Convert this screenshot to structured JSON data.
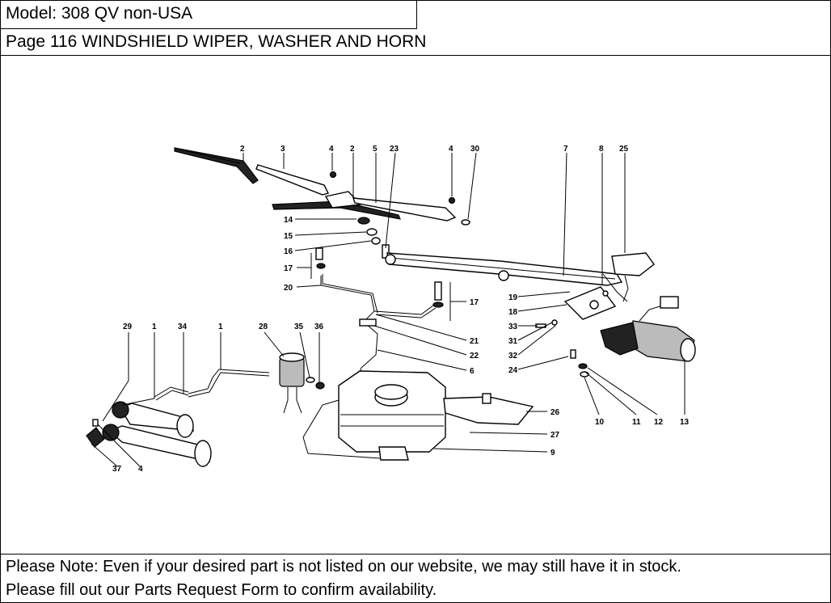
{
  "header": {
    "model": "Model: 308 QV non-USA",
    "page": "Page 116  WINDSHIELD WIPER, WASHER AND HORN"
  },
  "diagram": {
    "callouts": [
      "2",
      "3",
      "4",
      "2",
      "5",
      "23",
      "4",
      "30",
      "7",
      "8",
      "25",
      "14",
      "15",
      "16",
      "17",
      "20",
      "17",
      "19",
      "18",
      "33",
      "31",
      "32",
      "21",
      "22",
      "6",
      "24",
      "10",
      "11",
      "12",
      "13",
      "29",
      "1",
      "34",
      "1",
      "28",
      "35",
      "36",
      "26",
      "27",
      "9",
      "37",
      "4"
    ]
  },
  "footer": {
    "line1": "Please Note: Even if your desired part is not listed on our website, we may still have it in stock.",
    "line2": "Please fill out our Parts Request Form to confirm availability."
  }
}
